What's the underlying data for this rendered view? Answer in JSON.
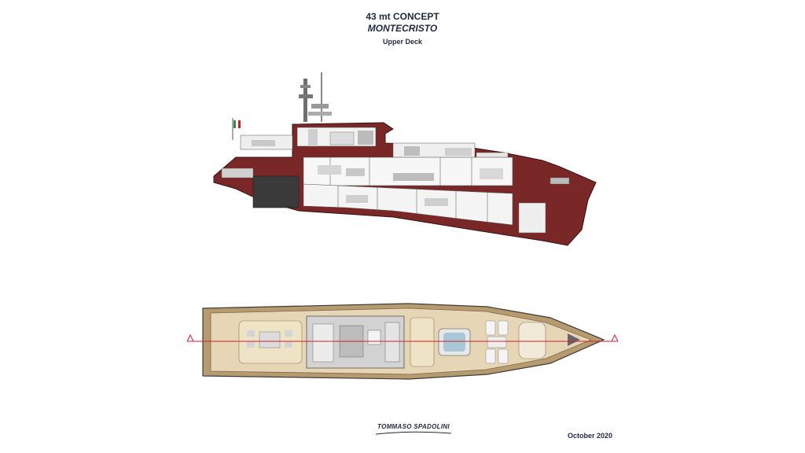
{
  "header": {
    "title": "43 mt CONCEPT",
    "model": "MONTECRISTO",
    "view": "Upper Deck"
  },
  "footer": {
    "designer": "TOMMASO SPADOLINI",
    "date": "October 2020"
  },
  "colors": {
    "hull_red": "#7a2727",
    "deck_beige": "#e6d6b5",
    "deck_tan": "#b79a6e",
    "centerline_red": "#d0202a",
    "text_navy": "#1f2a44"
  },
  "drawings": [
    "side-section-view",
    "upper-deck-plan-view"
  ]
}
